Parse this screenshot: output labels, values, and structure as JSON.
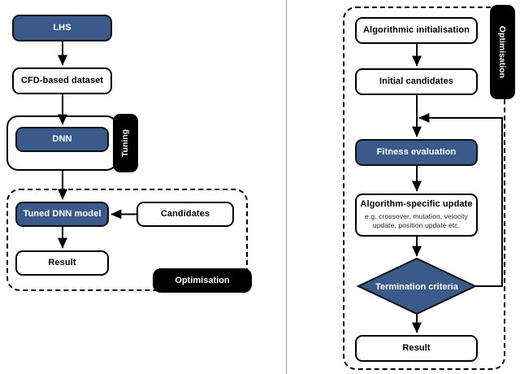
{
  "diagram": {
    "type": "flowchart",
    "title": "",
    "accent_blue": "#3a5a8c",
    "outline_black": "#000000",
    "background": "#ffffff"
  },
  "left_panel": {
    "name": "surrogate-model-training-flow",
    "nodes": [
      {
        "id": "lhs",
        "label": "LHS",
        "style": "blue"
      },
      {
        "id": "cfd_dataset",
        "label": "CFD-based dataset",
        "style": "white"
      },
      {
        "id": "dnn",
        "label": "DNN",
        "style": "blue"
      },
      {
        "id": "tuned_dnn",
        "label": "Tuned DNN model",
        "style": "blue"
      },
      {
        "id": "candidates",
        "label": "Candidates",
        "style": "white"
      },
      {
        "id": "result",
        "label": "Result",
        "style": "white"
      }
    ],
    "group_labels": [
      {
        "id": "tuning",
        "label": "Tuning",
        "orientation": "vertical-ccw"
      },
      {
        "id": "optimisation",
        "label": "Optimisation",
        "orientation": "horizontal"
      }
    ]
  },
  "right_panel": {
    "name": "optimisation-algorithm-flow",
    "nodes": [
      {
        "id": "algo_init",
        "label": "Algorithmic initialisation",
        "sub": "",
        "style": "white"
      },
      {
        "id": "initial_cands",
        "label": "Initial candidates",
        "sub": "",
        "style": "white"
      },
      {
        "id": "fitness_eval",
        "label": "Fitness evaluation",
        "sub": "",
        "style": "blue"
      },
      {
        "id": "algo_update",
        "label": "Algorithm-specific update",
        "sub": "e.g. crossover, mutation, velocity update, position update etc.",
        "style": "white"
      },
      {
        "id": "termination",
        "label": "Termination criteria",
        "sub": "",
        "style": "diamond"
      },
      {
        "id": "result",
        "label": "Result",
        "sub": "",
        "style": "white"
      }
    ],
    "group_labels": [
      {
        "id": "optimisation",
        "label": "Optimisation",
        "orientation": "vertical-cw"
      }
    ]
  }
}
